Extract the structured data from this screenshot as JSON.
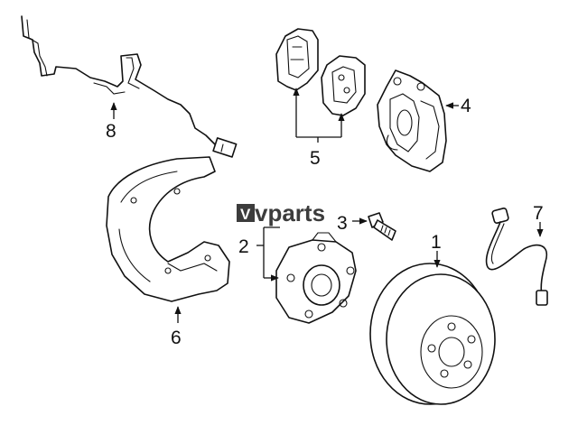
{
  "watermark": {
    "text": "vparts",
    "logo_glyph": "V"
  },
  "callouts": {
    "c1": "1",
    "c2": "2",
    "c3": "3",
    "c4": "4",
    "c5": "5",
    "c6": "6",
    "c7": "7",
    "c8": "8"
  }
}
